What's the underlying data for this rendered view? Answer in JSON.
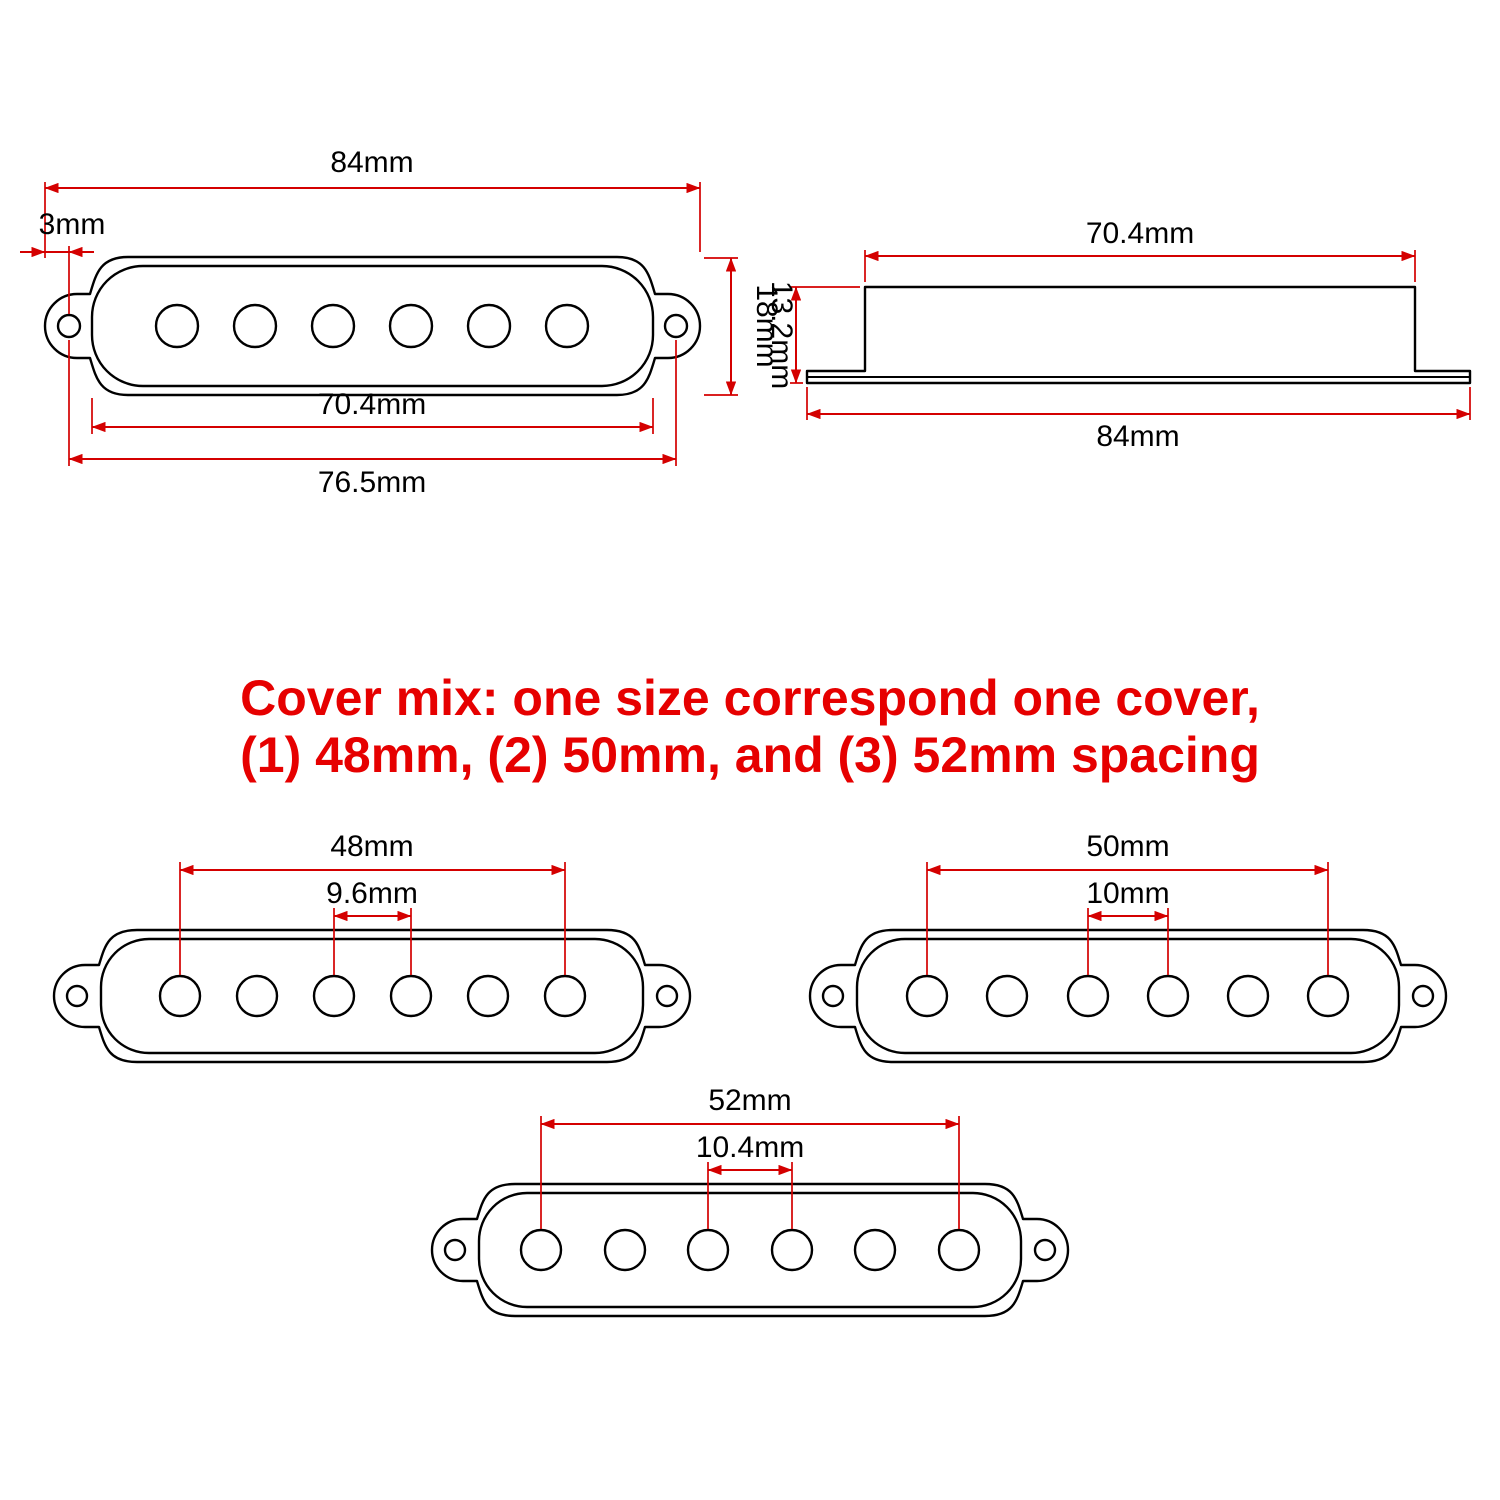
{
  "heading": {
    "line1": "Cover mix: one size correspond one cover,",
    "line2": "(1) 48mm, (2) 50mm, and (3) 52mm spacing",
    "color": "#e60000"
  },
  "top_view": {
    "dims": {
      "width_outer": "84mm",
      "hole_offset": "3mm",
      "width_inner": "70.4mm",
      "hole_span": "76.5mm",
      "height": "18mm"
    }
  },
  "side_view": {
    "dims": {
      "top_width": "70.4mm",
      "bottom_width": "84mm",
      "height": "13.2mm"
    }
  },
  "covers": [
    {
      "name": "cover-48mm",
      "e_to_e": "48mm",
      "pole_gap": "9.6mm"
    },
    {
      "name": "cover-50mm",
      "e_to_e": "50mm",
      "pole_gap": "10mm"
    },
    {
      "name": "cover-52mm",
      "e_to_e": "52mm",
      "pole_gap": "10.4mm"
    }
  ],
  "colors": {
    "dimension_line": "#d40000",
    "outline": "#000000"
  }
}
